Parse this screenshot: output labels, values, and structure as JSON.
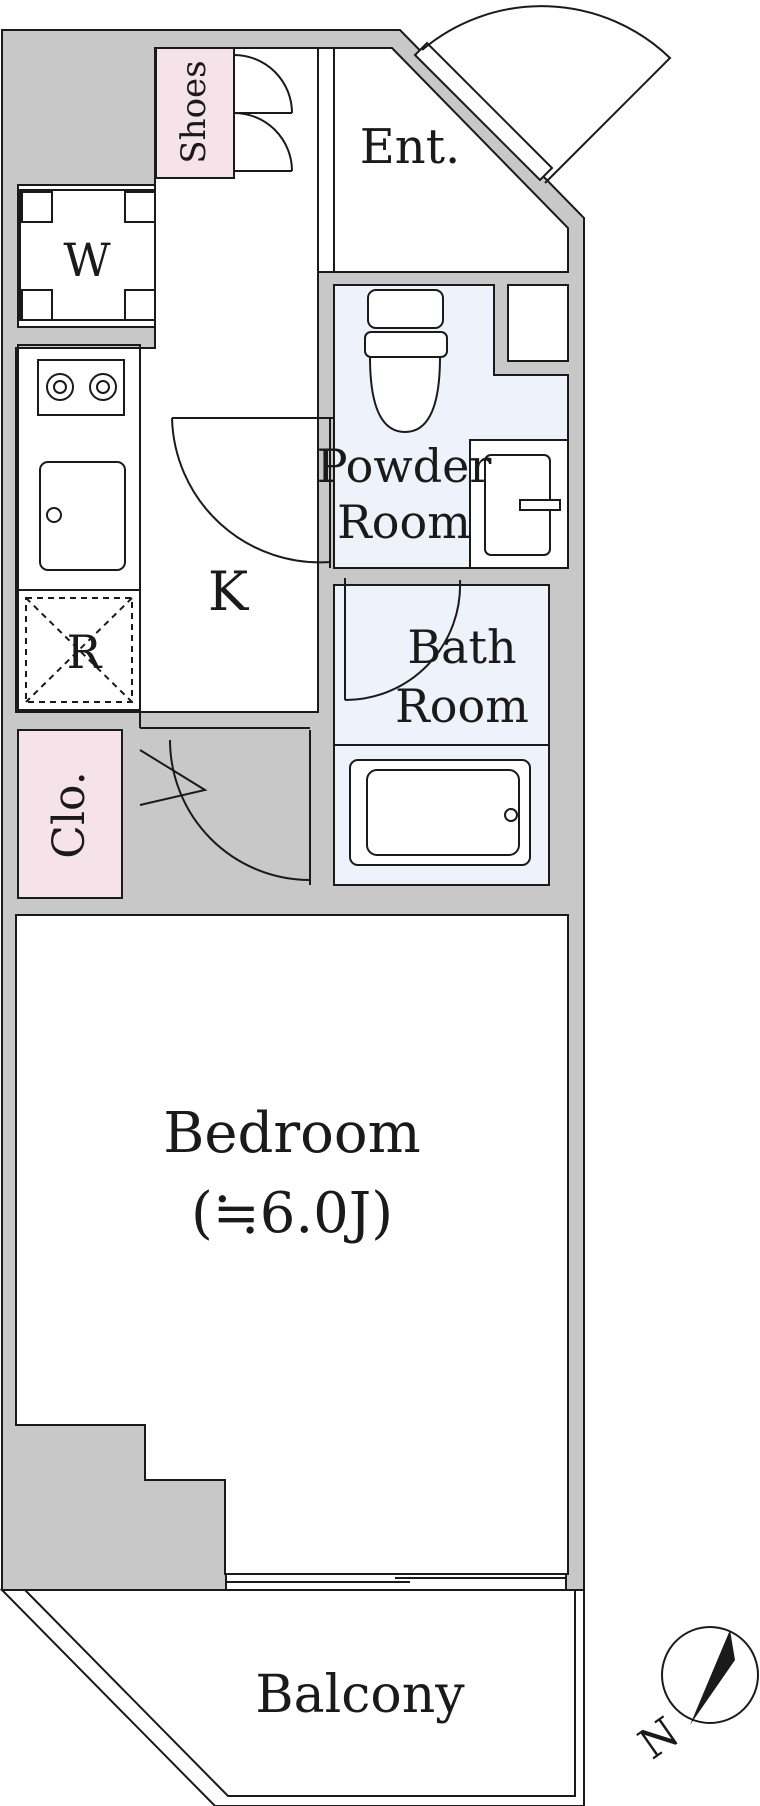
{
  "rooms": {
    "shoes": "Shoes",
    "entrance": "Ent.",
    "washer": "W",
    "powder_room_line1": "Powder",
    "powder_room_line2": "Room",
    "kitchen": "K",
    "refrigerator": "R",
    "bath_room_line1": "Bath",
    "bath_room_line2": "Room",
    "closet": "Clo.",
    "bedroom": "Bedroom",
    "bedroom_size": "(≒6.0J)",
    "balcony": "Balcony"
  },
  "compass": {
    "label": "N"
  },
  "colors": {
    "wall": "#c8c8c8",
    "line": "#1a1a1a",
    "storage_fill": "#f6e3ea",
    "wet_area_fill": "#eef2fa",
    "background": "#ffffff"
  }
}
